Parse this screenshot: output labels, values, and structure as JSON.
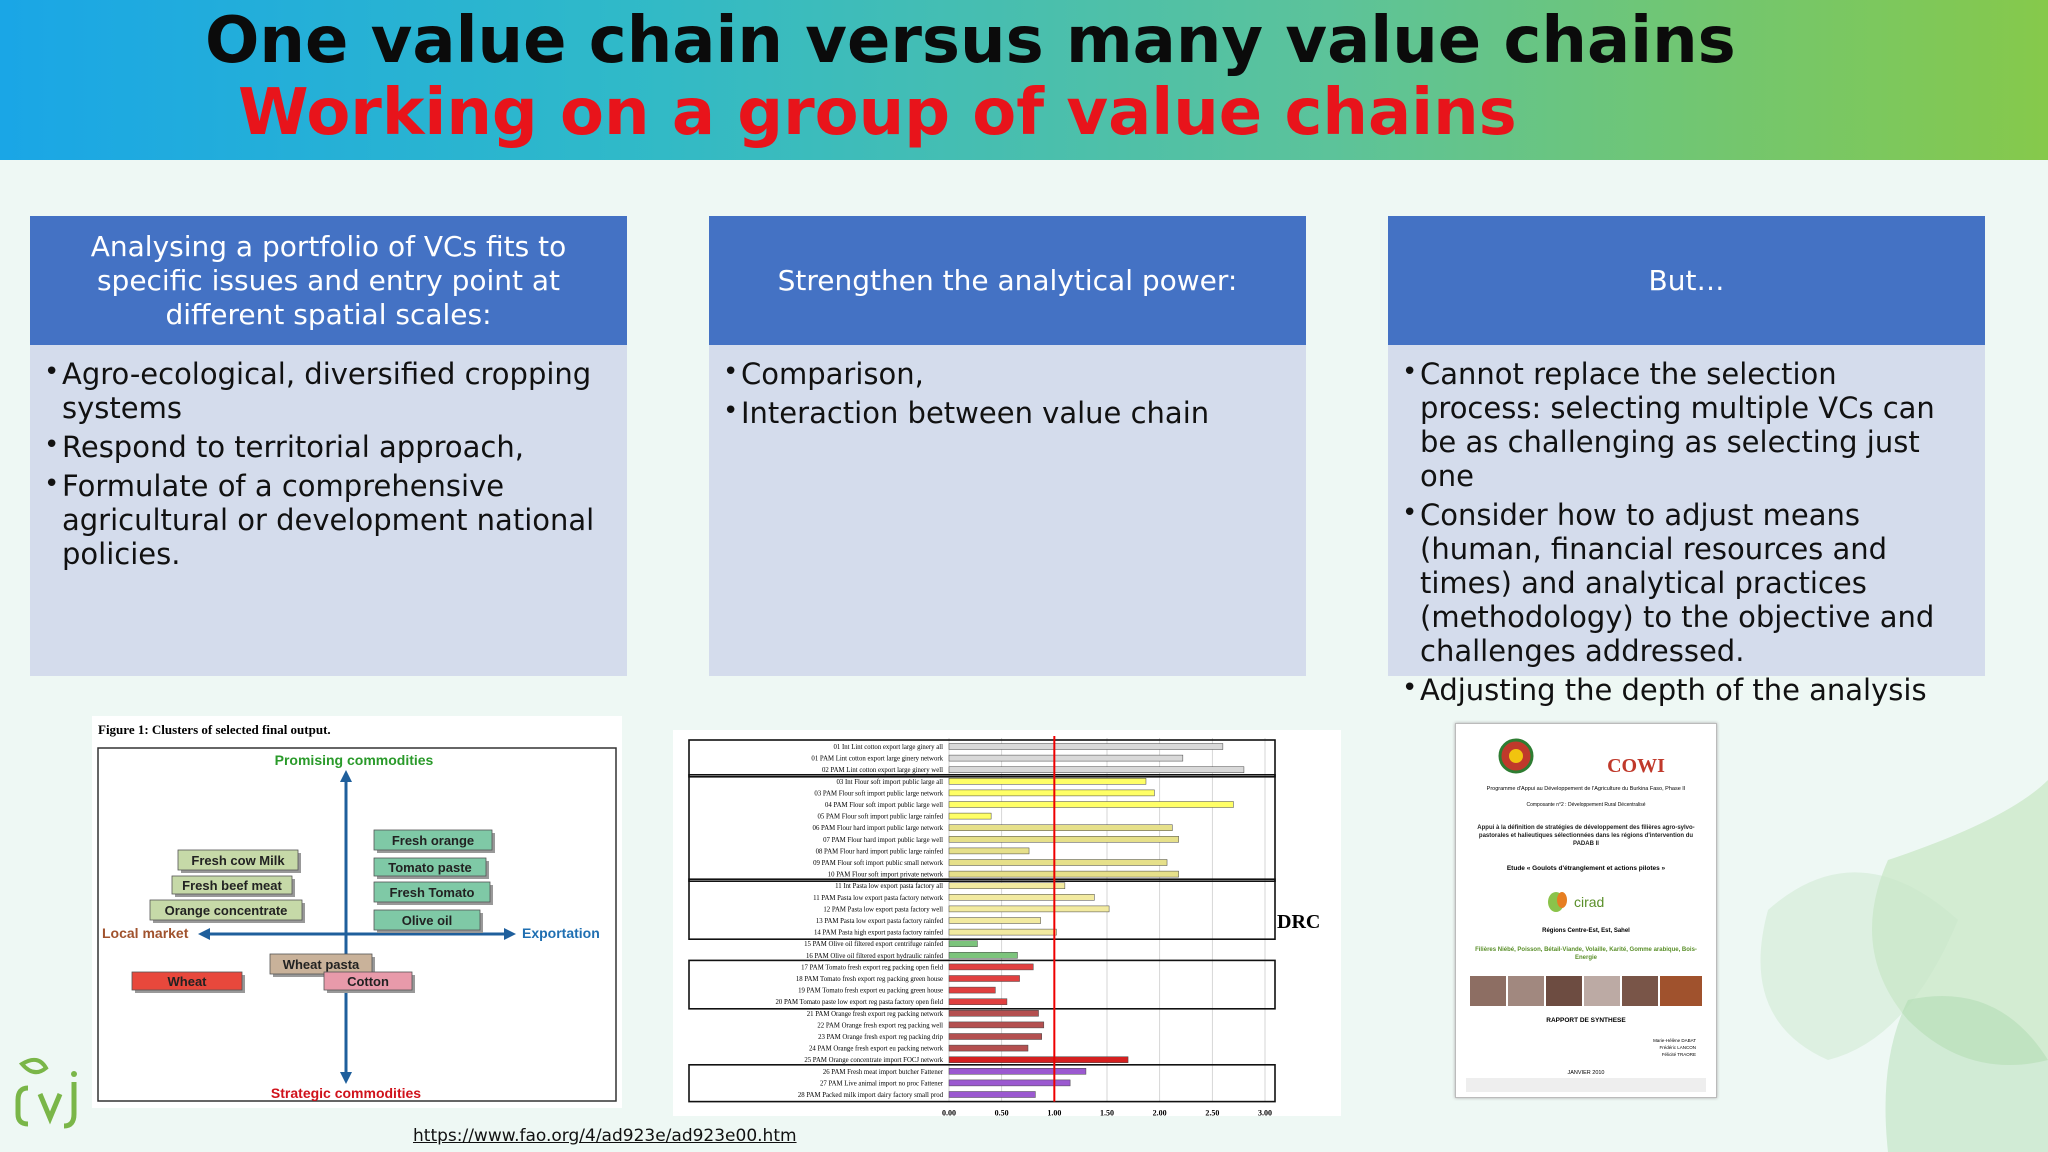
{
  "title": {
    "line1": "One value chain versus many value chains",
    "line2": "Working on a group of value chains"
  },
  "columns": [
    {
      "heading": "Analysing a portfolio of VCs fits to specific issues and entry point at different spatial scales:",
      "bullets": [
        "Agro-ecological, diversified cropping systems",
        "Respond to territorial approach,",
        "Formulate of a comprehensive agricultural or development national policies."
      ]
    },
    {
      "heading": "Strengthen the analytical power:",
      "bullets": [
        "Comparison,",
        "Interaction between value chain"
      ]
    },
    {
      "heading": "But…",
      "bullets": [
        "Cannot replace the selection process: selecting multiple VCs can be as challenging as selecting just one",
        "Consider how to adjust means (human, financial resources and times)  and analytical practices (methodology) to the objective and challenges addressed.",
        "Adjusting the depth of the analysis"
      ]
    }
  ],
  "figure1": {
    "caption": "Figure 1: Clusters of selected final output.",
    "top_label": "Promising commodities",
    "bottom_label": "Strategic commodities",
    "left_label": "Local market",
    "right_label": "Exportation",
    "items": [
      {
        "label": "Fresh orange",
        "color": "#7fc9a6"
      },
      {
        "label": "Fresh cow Milk",
        "color": "#c6d9a8"
      },
      {
        "label": "Tomato paste",
        "color": "#7fc9a6"
      },
      {
        "label": "Fresh beef meat",
        "color": "#c6d9a8"
      },
      {
        "label": "Fresh Tomato",
        "color": "#7fc9a6"
      },
      {
        "label": "Orange concentrate",
        "color": "#c6d9a8"
      },
      {
        "label": "Olive oil",
        "color": "#7fc9a6"
      },
      {
        "label": "Wheat pasta",
        "color": "#c9b29a"
      },
      {
        "label": "Wheat",
        "color": "#e8483c"
      },
      {
        "label": "Cotton",
        "color": "#e89aaa"
      }
    ],
    "colors": {
      "axis": "#1f5f9c",
      "top": "#2a9a2a",
      "bottom": "#d0121b",
      "left": "#a0522d",
      "right": "#1f6fb2"
    }
  },
  "chart_data": {
    "type": "bar",
    "orientation": "horizontal",
    "annotation": "DRC",
    "xlim": [
      0,
      3.0
    ],
    "xticks": [
      "0.00",
      "0.50",
      "1.00",
      "1.50",
      "2.00",
      "2.50",
      "3.00"
    ],
    "reference_line": 1.0,
    "categories": [
      "01 Int Lint cotton export large ginery all",
      "01 PAM Lint cotton export large ginery network",
      "02 PAM Lint cotton export large ginery well",
      "03 Int Flour soft import public large all",
      "03 PAM Flour soft import public large network",
      "04 PAM Flour soft import public large well",
      "05 PAM Flour soft import public large rainfed",
      "06 PAM Flour hard import public large network",
      "07 PAM Flour hard import public large well",
      "08 PAM Flour hard import public large rainfed",
      "09 PAM Flour soft import public small network",
      "10 PAM Flour soft import private network",
      "11 Int Pasta low export pasta factory all",
      "11 PAM Pasta low export pasta factory network",
      "12 PAM Pasta low export pasta factory well",
      "13 PAM Pasta low export pasta factory rainfed",
      "14 PAM Pasta high export pasta factory rainfed",
      "15 PAM Olive oil filtered export centrifuge rainfed",
      "16 PAM Olive oil filtered export hydraulic rainfed",
      "17 PAM Tomato fresh export reg packing open field",
      "18 PAM Tomato fresh export reg packing green house",
      "19 PAM Tomato fresh export eu packing green house",
      "20 PAM Tomato paste low export reg pasta factory open field",
      "21 PAM Orange fresh export reg packing network",
      "22 PAM Orange fresh export reg packing well",
      "23 PAM Orange fresh export reg packing drip",
      "24 PAM Orange fresh export eu packing network",
      "25 PAM Orange concentrate import FOCJ network",
      "26 PAM Fresh meat import butcher Fattener",
      "27 PAM Live animal import no proc Fattener",
      "28 PAM Packed milk import dairy factory small prod"
    ],
    "values": [
      2.6,
      2.22,
      2.8,
      1.87,
      1.95,
      2.7,
      0.4,
      2.12,
      2.18,
      0.76,
      2.07,
      2.18,
      1.1,
      1.38,
      1.52,
      0.87,
      1.02,
      0.27,
      0.65,
      0.8,
      0.67,
      0.44,
      0.55,
      0.85,
      0.9,
      0.88,
      0.75,
      1.7,
      1.3,
      1.15,
      0.82
    ],
    "bar_colors": [
      "#d9d9d9",
      "#d9d9d9",
      "#d9d9d9",
      "#ffff66",
      "#ffff66",
      "#ffff66",
      "#ffff66",
      "#e6e08a",
      "#e6e08a",
      "#e6e08a",
      "#e6e08a",
      "#e6e08a",
      "#f2eaa0",
      "#f2eaa0",
      "#f2eaa0",
      "#f2eaa0",
      "#f2eaa0",
      "#7cc47c",
      "#7cc47c",
      "#e04040",
      "#e04040",
      "#e04040",
      "#e04040",
      "#b45050",
      "#b45050",
      "#b45050",
      "#b45050",
      "#d42020",
      "#9b59d0",
      "#9b59d0",
      "#9b59d0"
    ],
    "groups": [
      [
        0,
        2
      ],
      [
        3,
        11
      ],
      [
        12,
        16
      ],
      [
        19,
        22
      ],
      [
        28,
        30
      ]
    ]
  },
  "figure3": {
    "org": "COWI",
    "program": "Programme d'Appui au Développement de l'Agriculture du Burkina Faso, Phase II",
    "component": "Composante n°2 : Développement Rural Décentralisé",
    "subject": "Appui à la définition de stratégies de développement des filières agro-sylvo-pastorales et halieutiques sélectionnées dans les régions d'intervention du PADAB II",
    "study": "Etude « Goulots d'étranglement et actions pilotes »",
    "partner": "cirad",
    "regions": "Régions Centre-Est, Est, Sahel",
    "filieres": "Filières Niébé, Poisson, Bétail-Viande, Volaille, Karité, Gomme arabique, Bois-Energie",
    "report": "RAPPORT DE SYNTHESE",
    "authors": [
      "Marie-Hélène DABAT",
      "Frédéric LANCON",
      "Félicité TRAORE"
    ],
    "date": "JANVIER 2010"
  },
  "link": "https://www.fao.org/4/ad923e/ad923e00.htm"
}
